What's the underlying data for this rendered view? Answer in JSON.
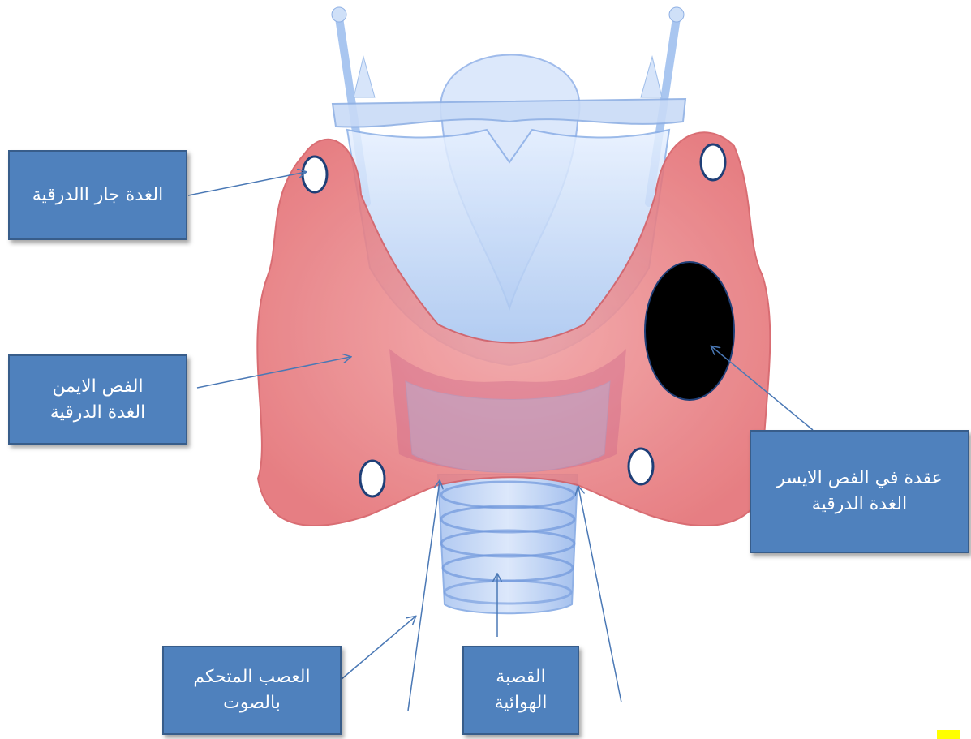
{
  "labels": {
    "parathyroid": {
      "line1": "الغدة جار االدرقية"
    },
    "right_lobe": {
      "line1": "الفص الايمن",
      "line2": "الغدة الدرقية"
    },
    "left_nodule": {
      "line1": "عقدة في الفص الايسر",
      "line2": "الغدة الدرقية"
    },
    "nerve": {
      "line1": "العصب المتحكم",
      "line2": "بالصوت"
    },
    "trachea": {
      "line1": "القصبة",
      "line2": "الهوائية"
    }
  },
  "colors": {
    "label_fill": "#4f81bd",
    "label_border": "#385d8a",
    "thyroid": "#e8787c",
    "cartilage": "#8fb5ec",
    "nodule": "#000000",
    "arrow": "#4a78b5"
  }
}
